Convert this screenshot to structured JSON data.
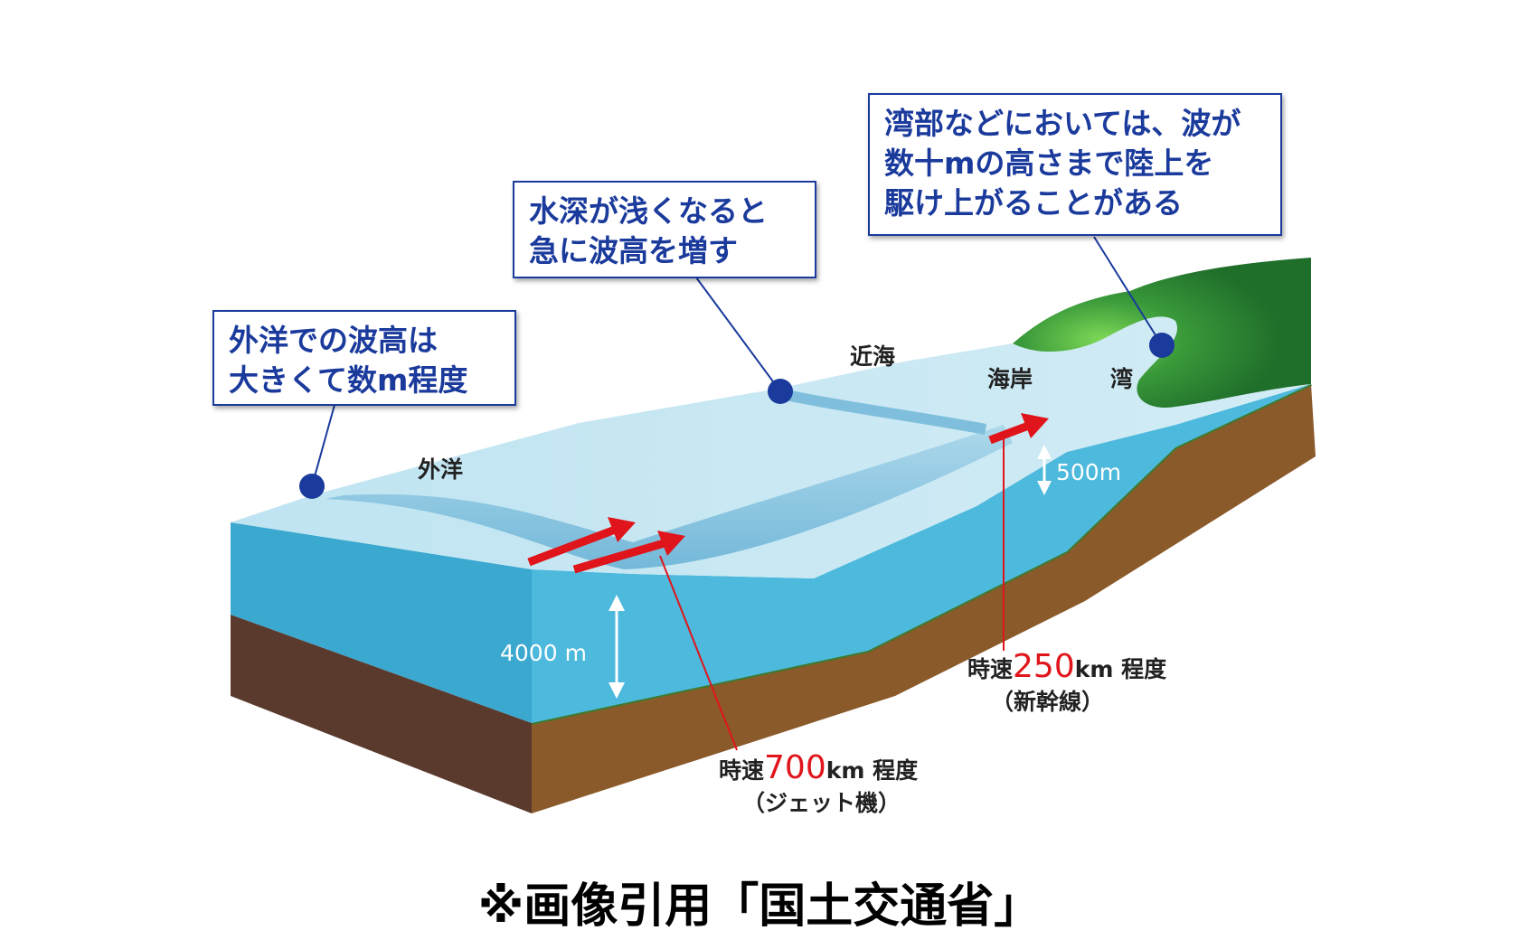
{
  "callouts": {
    "ocean": [
      "外洋での波高は",
      "大きくて数m程度"
    ],
    "shallow": [
      "水深が浅くなると",
      "急に波高を増す"
    ],
    "bay": [
      "湾部などにおいては、波が",
      "数十mの高さまで陸上を",
      "駆け上がることがある"
    ]
  },
  "zones": {
    "open_ocean": "外洋",
    "near_sea": "近海",
    "coast": "海岸",
    "bay": "湾"
  },
  "depths": {
    "deep": "4000 m",
    "shallow": "500m"
  },
  "speeds": {
    "deep": {
      "prefix": "時速",
      "value": "700",
      "suffix": "km 程度",
      "note": "（ジェット機）"
    },
    "shallow": {
      "prefix": "時速",
      "value": "250",
      "suffix": "km 程度",
      "note": "（新幹線）"
    }
  },
  "credit": "※画像引用「国土交通省」",
  "colors": {
    "callout_border": "#1a3a9c",
    "marker": "#1a3a9c",
    "speed_arrow": "#e0151b",
    "water": "#4fb8d6",
    "sea_floor": "#8b5a2b",
    "land": "#2e7d32"
  }
}
